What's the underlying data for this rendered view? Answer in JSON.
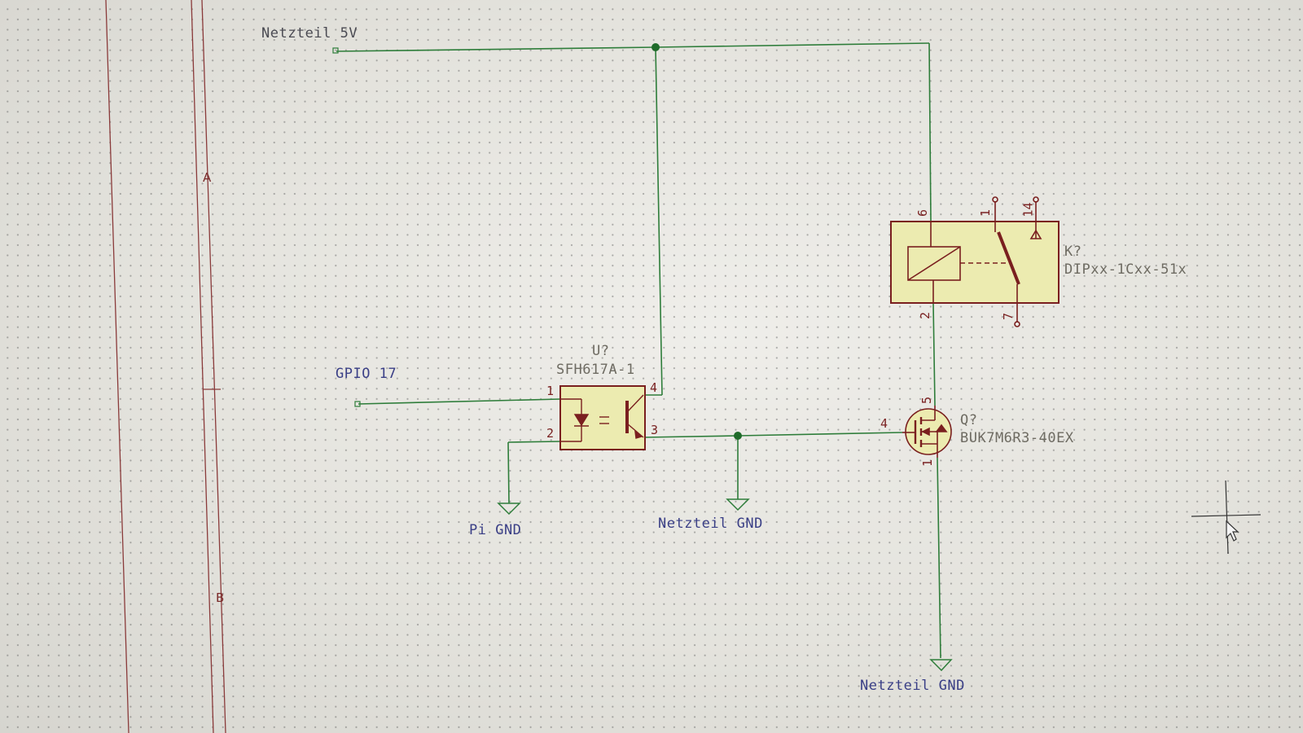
{
  "schematic": {
    "frame": {
      "row_a": "A",
      "row_b": "B"
    },
    "nets": {
      "supply_5v": "Netzteil 5V",
      "gpio": "GPIO 17",
      "pi_gnd": "Pi GND",
      "psu_gnd_mid": "Netzteil GND",
      "psu_gnd_bottom": "Netzteil GND"
    },
    "optocoupler": {
      "ref": "U?",
      "value": "SFH617A-1",
      "pins": {
        "p1": "1",
        "p2": "2",
        "p3": "3",
        "p4": "4"
      }
    },
    "mosfet": {
      "ref": "Q?",
      "value": "BUK7M6R3-40EX",
      "pins": {
        "gate": "4",
        "drain": "5",
        "source": "1"
      }
    },
    "relay": {
      "ref": "K?",
      "value": "DIPxx-1Cxx-51x",
      "pins": {
        "coil_top": "6",
        "coil_bottom": "2",
        "com": "1",
        "no": "14",
        "nc": "7"
      }
    },
    "colors": {
      "wire": "#2e7d3a",
      "junction": "#1f6b2a",
      "symbol_outline": "#7a1f1f",
      "symbol_fill": "#ecebb0",
      "net_label": "#3a3f86",
      "ref_label": "#6e6b62",
      "frame": "#8a3a3a"
    }
  }
}
